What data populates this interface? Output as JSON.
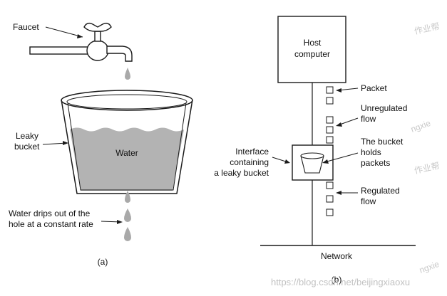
{
  "colors": {
    "stroke": "#1a1a1a",
    "water": "#b3b3b3",
    "drop": "#a9a9a9",
    "watermark": "#c9c9c9"
  },
  "panel_a": {
    "faucet_label": "Faucet",
    "leaky_bucket_label": [
      "Leaky",
      "bucket"
    ],
    "water_label": "Water",
    "drips_label": [
      "Water drips out of the",
      "hole at a constant rate"
    ],
    "caption": "(a)"
  },
  "panel_b": {
    "host_label": [
      "Host",
      "computer"
    ],
    "packet_label": "Packet",
    "unregulated_label": [
      "Unregulated",
      "flow"
    ],
    "bucket_holds_label": [
      "The bucket",
      "holds",
      "packets"
    ],
    "interface_label": [
      "Interface",
      "containing",
      "a leaky bucket"
    ],
    "regulated_label": [
      "Regulated",
      "flow"
    ],
    "network_label": "Network",
    "caption": "(b)"
  },
  "watermark": {
    "url": "https://blog.csdn.net/beijingxiaoxu",
    "marks": [
      "作业帮",
      "作业帮",
      "ngxie",
      "ngxie"
    ]
  }
}
